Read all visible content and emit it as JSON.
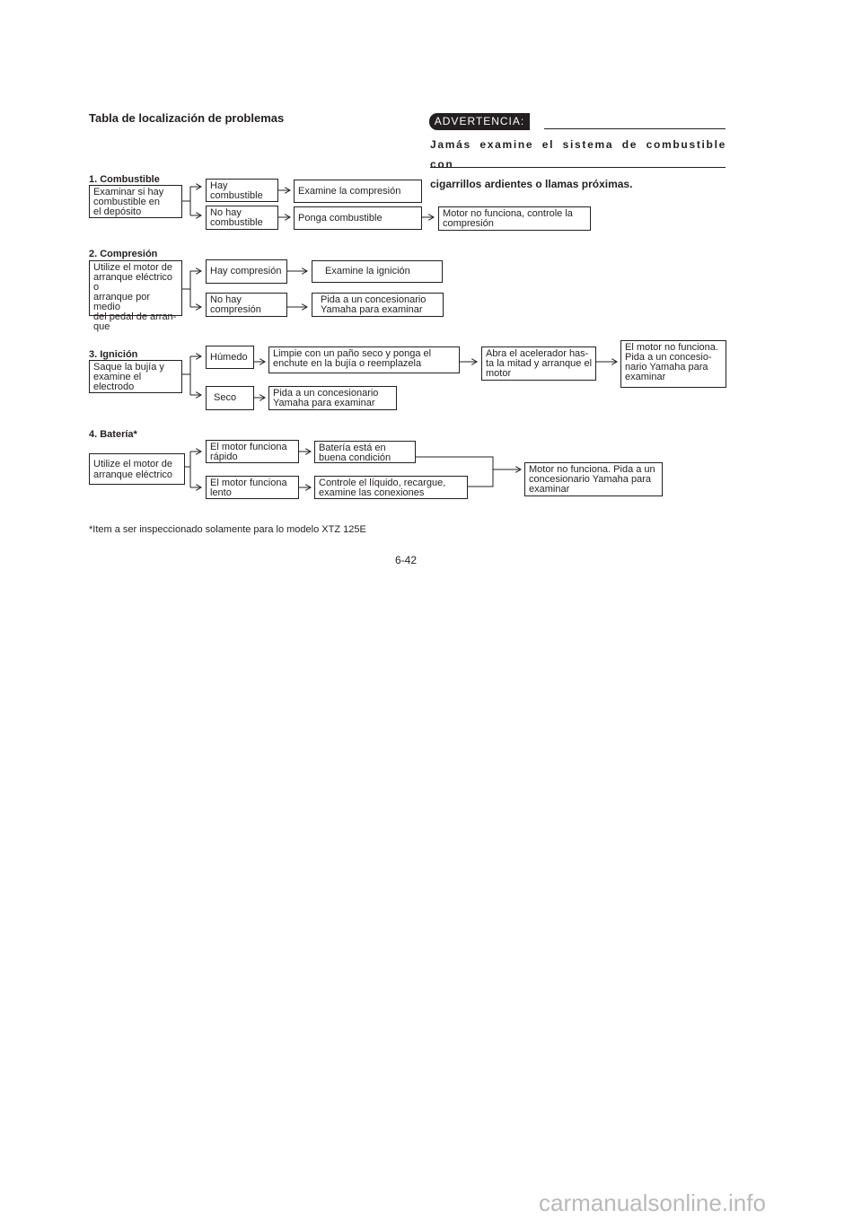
{
  "title": "Tabla de localización de problemas",
  "warning": {
    "label": "ADVERTENCIA:",
    "line1": "Jamás examine el sistema de combustible con",
    "line2": "cigarrillos ardientes o llamas próximas."
  },
  "sections": {
    "combustible": {
      "heading": "1. Combustible",
      "start": "Examinar si hay\ncombustible en\nel depósito",
      "yes": "Hay\ncombustible",
      "yes_action": "Examine la compresión",
      "no": "No hay\ncombustible",
      "no_action": "Ponga combustible",
      "no_result": "Motor no funciona, controle la\ncompresión"
    },
    "compresion": {
      "heading": "2. Compresión",
      "start": "Utilize el motor de\narranque eléctrico o\narranque por medio\ndel pedal de arran-\nque",
      "yes": "Hay compresión",
      "yes_action": "Examine la ignición",
      "no": "No hay\ncompresión",
      "no_action": "Pida a un concesionario\nYamaha para examinar"
    },
    "ignicion": {
      "heading": "3. Ignición",
      "start": "Saque la bujía y\nexamine el\nelectrodo",
      "wet": "Húmedo",
      "wet_action": "Limpie con un paño seco y ponga el\nenchute en la bujía o reemplazela",
      "wet_next": "Abra el acelerador has-\nta la mitad y arranque el\nmotor",
      "wet_result": "El motor no funciona.\nPida a un concesio-\nnario  Yamaha para\nexaminar",
      "dry": "Seco",
      "dry_action": "Pida a un concesionario\nYamaha para examinar"
    },
    "bateria": {
      "heading": "4. Batería*",
      "start": "Utilize el motor de\narranque eléctrico",
      "fast": "El motor funciona\nrápido",
      "fast_action": "Batería está en\nbuena condición",
      "slow": "El motor funciona\nlento",
      "slow_action": "Controle el líquido, recargue,\nexamine las conexiones",
      "result": "Motor no funciona. Pida a un\nconcesionario Yamaha para\nexaminar"
    }
  },
  "footnote": "*Item a ser inspeccionado solamente para lo  modelo XTZ 125E",
  "page_number": "6-42",
  "watermark": "carmanualsonline.info"
}
